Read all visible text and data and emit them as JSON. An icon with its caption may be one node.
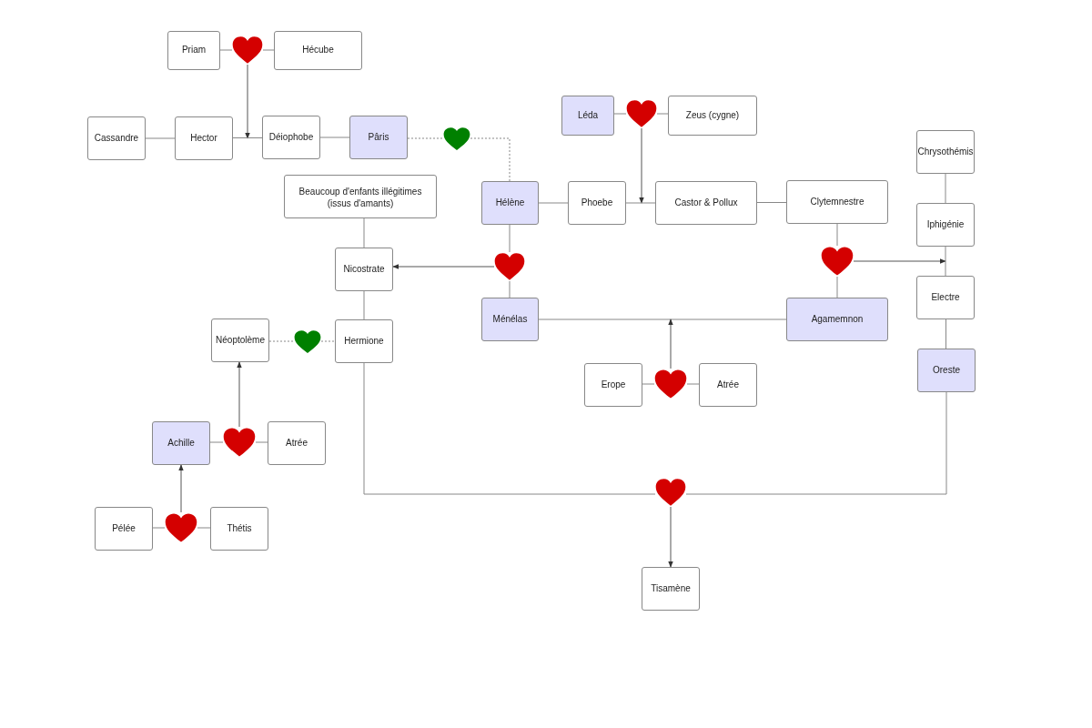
{
  "diagram": {
    "nodes": [
      {
        "text": [
          "Priam"
        ]
      },
      {
        "text": [],
        "shape": "heart"
      },
      {
        "text": [
          "Hécube"
        ]
      },
      {
        "text": [
          "Cassandre"
        ]
      },
      {
        "text": [
          "Hector"
        ]
      },
      {
        "text": [
          "Déiophobe"
        ]
      },
      {
        "text": [
          "Pâris"
        ]
      },
      {
        "text": [],
        "shape": "heart"
      },
      {
        "text": [
          "Léda"
        ]
      },
      {
        "text": [],
        "shape": "heart"
      },
      {
        "text": [
          "Zeus (cygne)"
        ]
      },
      {
        "text": [
          "Beaucoup d'enfants illégitimes (issus d'amants)"
        ]
      },
      {
        "text": [
          "Hélène"
        ]
      },
      {
        "text": [
          "Phoebe"
        ]
      },
      {
        "text": [
          "Castor & Pollux"
        ]
      },
      {
        "text": [
          "Clytemnestre"
        ]
      },
      {
        "text": [
          "Chrysothémis"
        ]
      },
      {
        "text": [
          "Iphigénie"
        ]
      },
      {
        "text": [
          "Nicostrate"
        ]
      },
      {
        "text": [],
        "shape": "heart"
      },
      {
        "text": [],
        "shape": "heart"
      },
      {
        "text": [
          "Electre"
        ]
      },
      {
        "text": [
          "Néoptolème"
        ]
      },
      {
        "text": [],
        "shape": "heart"
      },
      {
        "text": [
          "Hermione"
        ]
      },
      {
        "text": [
          "Ménélas"
        ]
      },
      {
        "text": [
          "Agamemnon"
        ]
      },
      {
        "text": [
          "Erope"
        ]
      },
      {
        "text": [],
        "shape": "heart"
      },
      {
        "text": [
          "Atrée"
        ]
      },
      {
        "text": [
          "Oreste"
        ]
      },
      {
        "text": [
          "Achille"
        ]
      },
      {
        "text": [],
        "shape": "heart"
      },
      {
        "text": [
          "Atrée"
        ]
      },
      {
        "text": [],
        "shape": "heart"
      },
      {
        "text": [
          "Pélée"
        ]
      },
      {
        "text": [],
        "shape": "heart"
      },
      {
        "text": [
          "Thétis"
        ]
      },
      {
        "text": [
          "Tisamène"
        ]
      }
    ],
    "edges": [
      {
        "from": 0,
        "to": 1,
        "arrow": "none"
      },
      {
        "from": 1,
        "to": 2,
        "arrow": "none"
      },
      {
        "from": 1,
        "to": 4,
        "arrow": "to"
      },
      {
        "from": 3,
        "to": 4,
        "arrow": "none"
      },
      {
        "from": 4,
        "to": 5,
        "arrow": "none"
      },
      {
        "from": 5,
        "to": 6,
        "arrow": "none"
      },
      {
        "from": 6,
        "to": 7,
        "arrow": "none",
        "style": "dashed"
      },
      {
        "from": 7,
        "to": 12,
        "arrow": "none",
        "style": "dashed"
      },
      {
        "from": 8,
        "to": 9,
        "arrow": "none"
      },
      {
        "from": 9,
        "to": 10,
        "arrow": "none"
      },
      {
        "from": 9,
        "to": 13,
        "arrow": "to"
      },
      {
        "from": 12,
        "to": 13,
        "arrow": "none"
      },
      {
        "from": 13,
        "to": 14,
        "arrow": "none"
      },
      {
        "from": 14,
        "to": 15,
        "arrow": "none"
      },
      {
        "from": 11,
        "to": 18,
        "arrow": "none"
      },
      {
        "from": 12,
        "to": 19,
        "arrow": "none"
      },
      {
        "from": 19,
        "to": 25,
        "arrow": "none"
      },
      {
        "from": 19,
        "to": 18,
        "arrow": "to"
      },
      {
        "from": 18,
        "to": 24,
        "arrow": "none"
      },
      {
        "from": 22,
        "to": 23,
        "arrow": "none",
        "style": "dashed"
      },
      {
        "from": 23,
        "to": 24,
        "arrow": "none",
        "style": "dashed"
      },
      {
        "from": 15,
        "to": 20,
        "arrow": "none"
      },
      {
        "from": 20,
        "to": 26,
        "arrow": "none"
      },
      {
        "from": 20,
        "to": 17,
        "arrow": "to"
      },
      {
        "from": 16,
        "to": 17,
        "arrow": "none"
      },
      {
        "from": 17,
        "to": 21,
        "arrow": "none"
      },
      {
        "from": 21,
        "to": 30,
        "arrow": "none"
      },
      {
        "from": 25,
        "to": 26,
        "arrow": "none"
      },
      {
        "from": 27,
        "to": 28,
        "arrow": "none"
      },
      {
        "from": 28,
        "to": 29,
        "arrow": "none"
      },
      {
        "from": 28,
        "to": null,
        "arrow": "to"
      },
      {
        "from": 31,
        "to": 32,
        "arrow": "none"
      },
      {
        "from": 32,
        "to": 33,
        "arrow": "none"
      },
      {
        "from": 32,
        "to": 22,
        "arrow": "to"
      },
      {
        "from": 35,
        "to": 36,
        "arrow": "none"
      },
      {
        "from": 36,
        "to": 37,
        "arrow": "none"
      },
      {
        "from": 36,
        "to": 31,
        "arrow": "to"
      },
      {
        "from": 24,
        "to": 34,
        "arrow": "none"
      },
      {
        "from": 30,
        "to": 34,
        "arrow": "none"
      },
      {
        "from": 34,
        "to": 38,
        "arrow": "to"
      }
    ]
  }
}
